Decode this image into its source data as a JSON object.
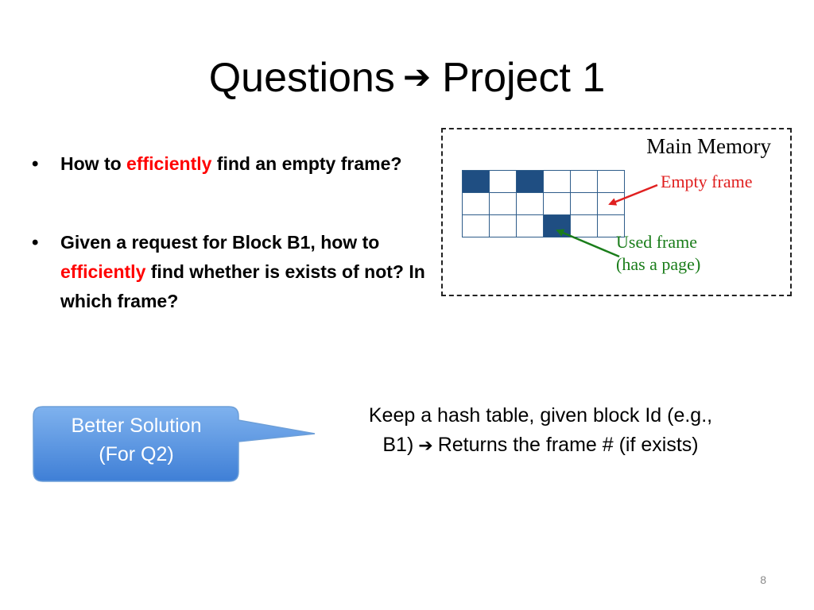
{
  "title": {
    "left": "Questions",
    "arrow": "➔",
    "right": "Project 1"
  },
  "bullets": [
    {
      "before": "How to ",
      "emph": "efficiently",
      "after": " find an empty frame?"
    },
    {
      "before": "Given a request for Block B1, how to ",
      "emph": "efficiently",
      "after": " find whether is exists of not? In which frame?"
    }
  ],
  "memory": {
    "title": "Main Memory",
    "empty_label": "Empty frame",
    "used_label_line1": "Used frame",
    "used_label_line2": "(has a page)",
    "grid": [
      [
        1,
        0,
        1,
        0,
        0,
        0
      ],
      [
        0,
        0,
        0,
        0,
        0,
        0
      ],
      [
        0,
        0,
        0,
        1,
        0,
        0
      ]
    ]
  },
  "callout": {
    "line1": "Better  Solution",
    "line2": "(For Q2)"
  },
  "answer": {
    "line1": "Keep a hash table, given block Id (e.g.,",
    "line2_before": "B1)",
    "arrow": "➔",
    "line2_after": "Returns the frame # (if exists)"
  },
  "page_number": "8",
  "colors": {
    "emphasis": "#ff0000",
    "used_frame": "#1f4e82",
    "empty_arrow": "#e02020",
    "used_arrow": "#1a7d1a",
    "callout_fill": "#4a8fde"
  }
}
